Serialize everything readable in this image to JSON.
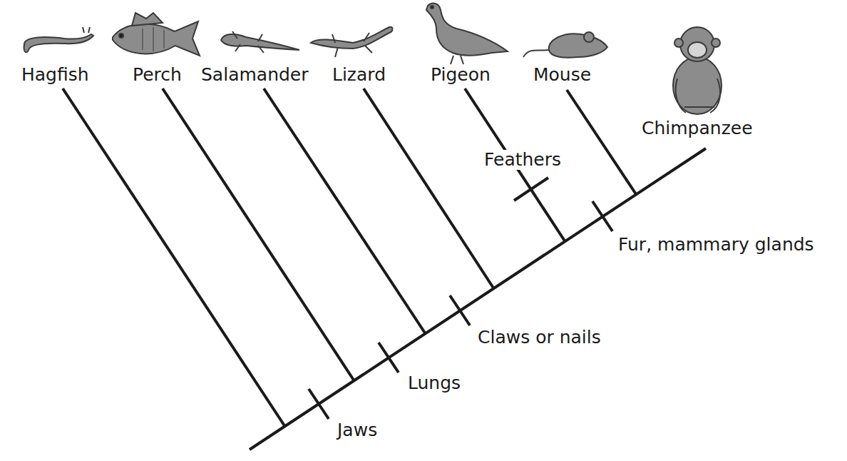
{
  "diagram": {
    "labels": [
      "Hagfish",
      "Perch",
      "Salamander",
      "Lizard",
      "Pigeon",
      "Mouse",
      "Chimpanzee",
      "Jaws",
      "Lungs",
      "Claws or nails",
      "Feathers",
      "Fur, mammary glands"
    ]
  }
}
